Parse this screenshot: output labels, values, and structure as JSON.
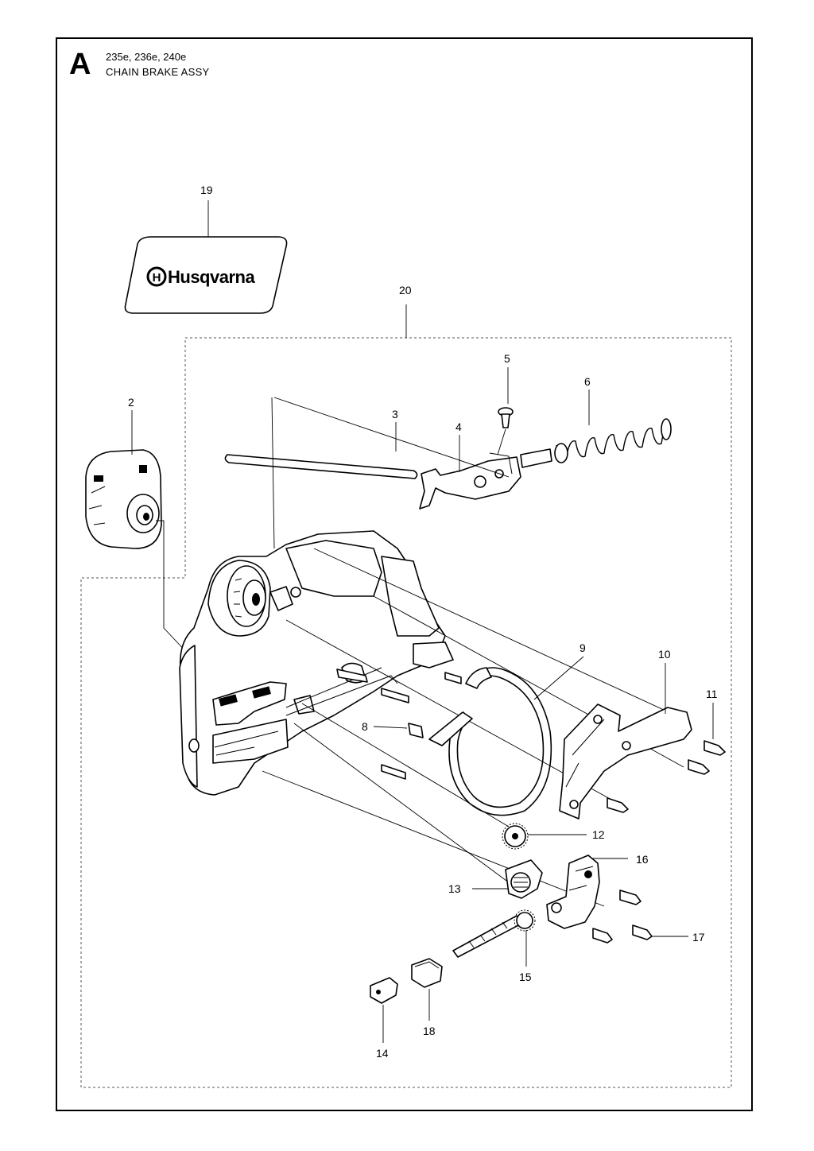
{
  "header": {
    "section_letter": "A",
    "models": "235e, 236e, 240e",
    "title": "CHAIN BRAKE ASSY"
  },
  "decal": {
    "brand_text": "Husqvarna",
    "brand_symbol": "H"
  },
  "callouts": {
    "p2": "2",
    "p3": "3",
    "p4": "4",
    "p5": "5",
    "p6": "6",
    "p8": "8",
    "p9": "9",
    "p10": "10",
    "p11": "11",
    "p12": "12",
    "p13": "13",
    "p14": "14",
    "p15": "15",
    "p16": "16",
    "p17": "17",
    "p18": "18",
    "p19": "19",
    "p20": "20"
  }
}
